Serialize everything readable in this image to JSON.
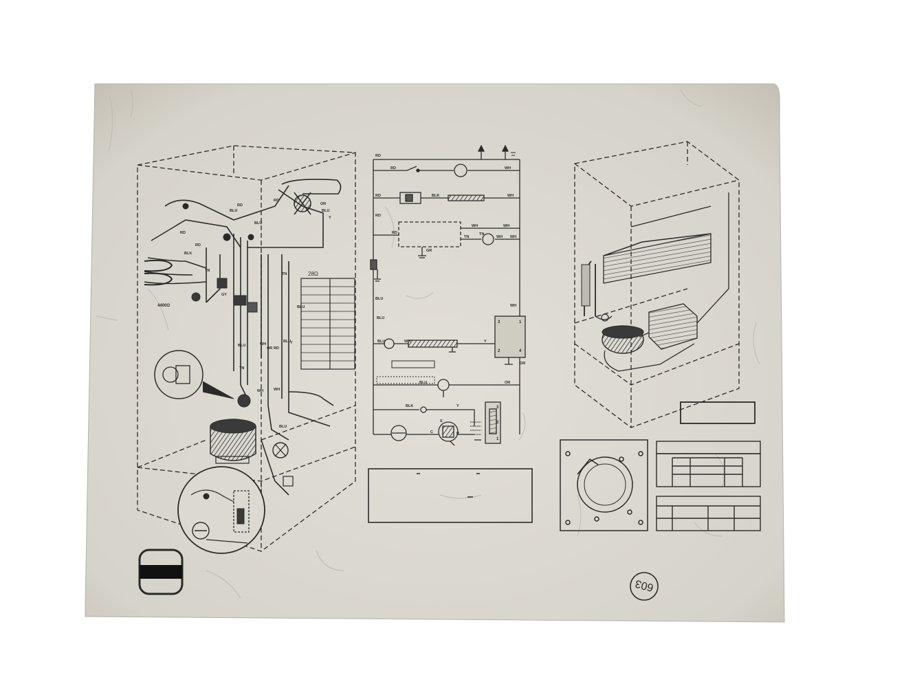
{
  "colors": {
    "paper": "#dedbd2",
    "paper_edge": "#b8b4aa",
    "ink": "#2a2a2a",
    "background": "#ffffff"
  },
  "left_panel": {
    "resistance_top": "28Ω",
    "resistance_left": "4400Ω",
    "wire_labels": [
      "BLU",
      "RD",
      "RD",
      "Y",
      "OR",
      "BLU",
      "BLK",
      "RD",
      "GY",
      "RD",
      "TN",
      "TN",
      "BLU",
      "BLU",
      "Y",
      "WH",
      "OR",
      "RD",
      "BLU",
      "WH",
      "WH",
      "BLU",
      "TN",
      "BLU"
    ]
  },
  "schematic": {
    "wire_labels": [
      "RD",
      "RD",
      "WH",
      "RD",
      "BLK",
      "WH",
      "RD",
      "WH",
      "WH",
      "RD",
      "TN",
      "TN",
      "WH",
      "WH",
      "GR",
      "BLU",
      "WH",
      "BLU",
      "WH",
      "Y",
      "OR",
      "BLU",
      "BLU",
      "OR",
      "BLK",
      "Y",
      "C",
      "S",
      "R"
    ],
    "relay_terminals": [
      "3",
      "1",
      "2",
      "4"
    ],
    "overload_terminals": [
      "3",
      "2",
      "1"
    ]
  },
  "stamp": {
    "text": "603"
  }
}
